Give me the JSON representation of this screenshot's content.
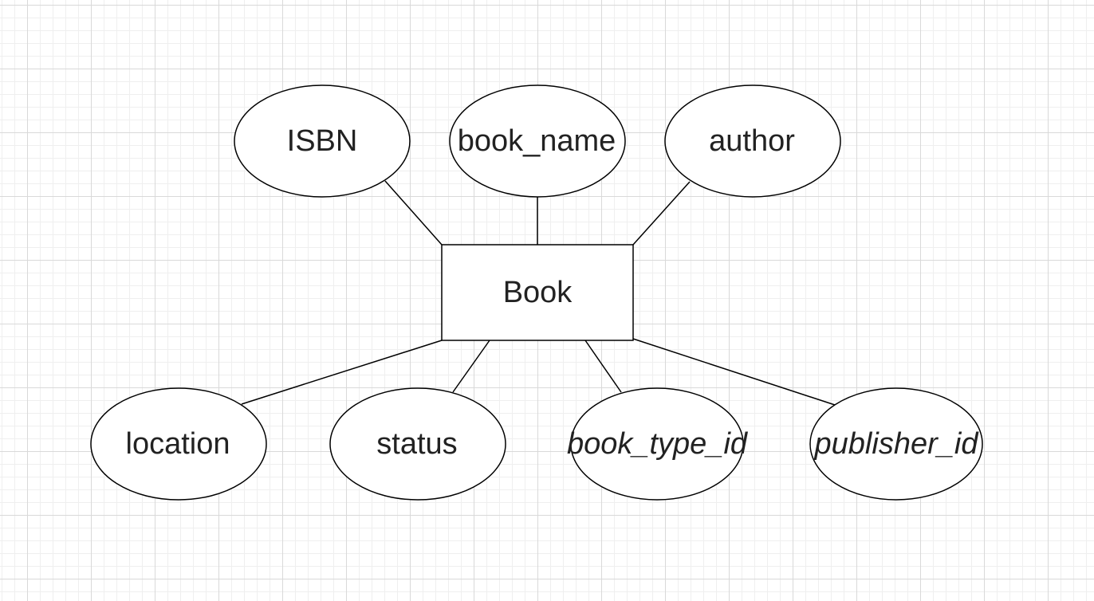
{
  "entity": {
    "label": "Book"
  },
  "attributes": [
    {
      "id": "isbn",
      "label": "ISBN",
      "italic": false
    },
    {
      "id": "book-name",
      "label": "book_name",
      "italic": false
    },
    {
      "id": "author",
      "label": "author",
      "italic": false
    },
    {
      "id": "location",
      "label": "location",
      "italic": false
    },
    {
      "id": "status",
      "label": "status",
      "italic": false
    },
    {
      "id": "book-type-id",
      "label": "book_type_id",
      "italic": true
    },
    {
      "id": "publisher-id",
      "label": "publisher_id",
      "italic": true
    }
  ],
  "colors": {
    "stroke": "#000000",
    "text": "#222222",
    "background": "#ffffff",
    "grid": "#d9d9d9"
  }
}
